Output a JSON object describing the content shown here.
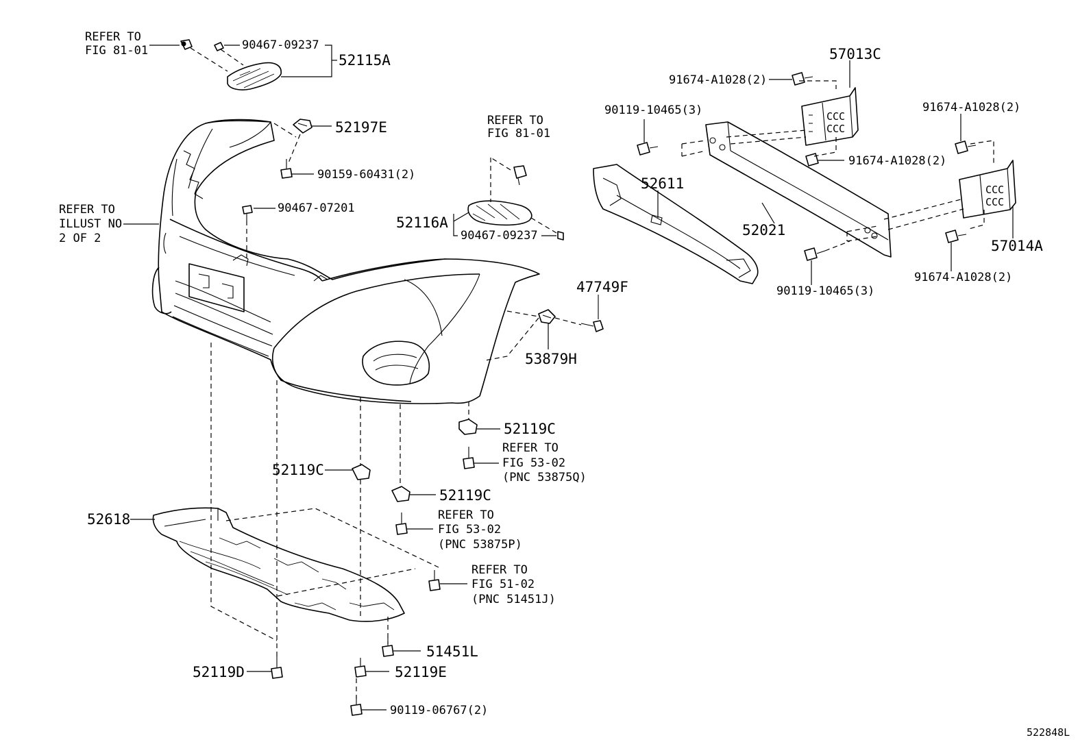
{
  "figure_id": "522848L",
  "callouts": {
    "refer_fig8101_a": [
      "REFER TO",
      "FIG 81-01"
    ],
    "p90467_09237_a": "90467-09237",
    "p52115A": "52115A",
    "p52197E": "52197E",
    "p90159_60431": "90159-60431(2)",
    "refer_illust": [
      "REFER TO",
      "ILLUST NO",
      "2 OF 2"
    ],
    "p90467_07201": "90467-07201",
    "refer_fig8101_b": [
      "REFER TO",
      "FIG 81-01"
    ],
    "p52116A": "52116A",
    "p90467_09237_b": "90467-09237",
    "p47749F": "47749F",
    "p53879H": "53879H",
    "p52119C_a": "52119C",
    "refer_fig5302_q": [
      "REFER TO",
      "FIG 53-02",
      "(PNC 53875Q)"
    ],
    "p52119C_b": "52119C",
    "p52119C_c": "52119C",
    "refer_fig5302_p": [
      "REFER TO",
      "FIG 53-02",
      "(PNC 53875P)"
    ],
    "p52618": "52618",
    "refer_fig5102": [
      "REFER TO",
      "FIG 51-02",
      "(PNC 51451J)"
    ],
    "p51451L": "51451L",
    "p52119D": "52119D",
    "p52119E": "52119E",
    "p90119_06767": "90119-06767(2)",
    "p57013C": "57013C",
    "p91674_a": "91674-A1028(2)",
    "p90119_10465_a": "90119-10465(3)",
    "p91674_b": "91674-A1028(2)",
    "p52611": "52611",
    "p91674_c": "91674-A1028(2)",
    "p52021": "52021",
    "p57014A": "57014A",
    "p91674_d": "91674-A1028(2)",
    "p90119_10465_b": "90119-10465(3)"
  }
}
